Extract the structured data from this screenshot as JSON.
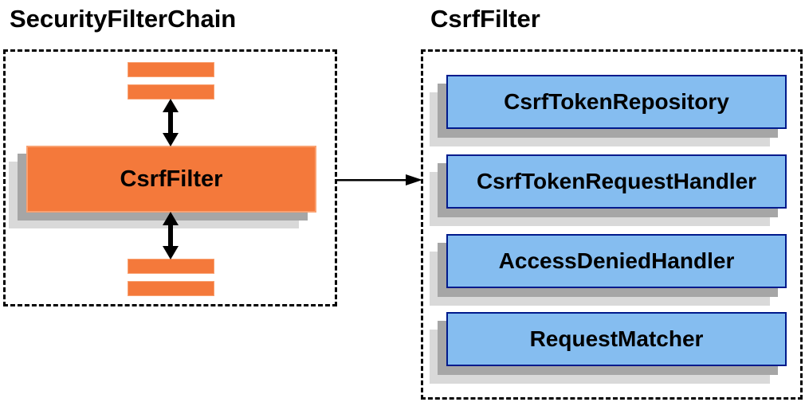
{
  "diagram": {
    "left_panel": {
      "title": "SecurityFilterChain",
      "filter_label": "CsrfFilter",
      "other_filters_note": "generic filter bars above and below CsrfFilter connected by bidirectional arrows"
    },
    "right_panel": {
      "title": "CsrfFilter",
      "components": [
        "CsrfTokenRepository",
        "CsrfTokenRequestHandler",
        "AccessDeniedHandler",
        "RequestMatcher"
      ]
    },
    "colors": {
      "background": "#ffffff",
      "orange_fill": "#f4793b",
      "orange_border": "#f9a171",
      "blue_fill": "#85bdf0",
      "blue_border": "#001a8c",
      "shadow_dark": "#a6a6a6",
      "shadow_light": "#d9d9d9",
      "arrow": "#000000",
      "dashed_border": "#000000",
      "text": "#000000"
    }
  }
}
